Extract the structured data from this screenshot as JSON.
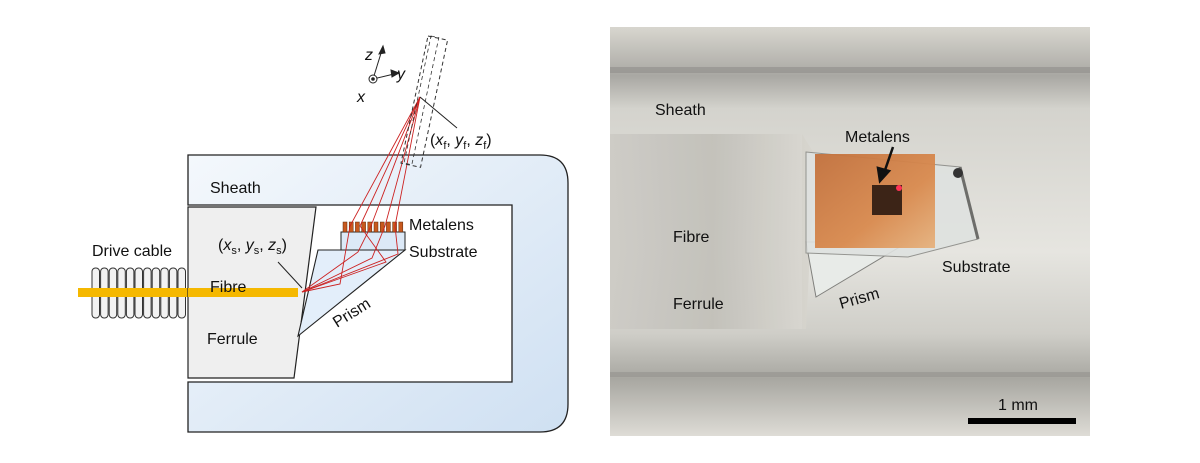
{
  "schematic": {
    "labels": {
      "sheath": "Sheath",
      "drive_cable": "Drive cable",
      "fibre": "Fibre",
      "ferrule": "Ferrule",
      "metalens": "Metalens",
      "substrate": "Substrate",
      "prism": "Prism"
    },
    "source_point": {
      "open": "(",
      "x": "x",
      "x_sub": "s",
      "y": "y",
      "y_sub": "s",
      "z": "z",
      "z_sub": "s",
      "close": ")"
    },
    "focal_point": {
      "open": "(",
      "x": "x",
      "x_sub": "f",
      "y": "y",
      "y_sub": "f",
      "z": "z",
      "z_sub": "f",
      "close": ")"
    },
    "axes": {
      "x": "x",
      "y": "y",
      "z": "z"
    },
    "colors": {
      "sheath_fill": "#e1ecf7",
      "fibre": "#f5b800",
      "ray": "#cc2222",
      "metalens_pillar": "#c8591e",
      "substrate_fill": "#dce9f7"
    }
  },
  "photo": {
    "labels": {
      "sheath": "Sheath",
      "metalens": "Metalens",
      "fibre": "Fibre",
      "ferrule": "Ferrule",
      "prism": "Prism",
      "substrate": "Substrate"
    },
    "scale_bar": "1 mm"
  }
}
